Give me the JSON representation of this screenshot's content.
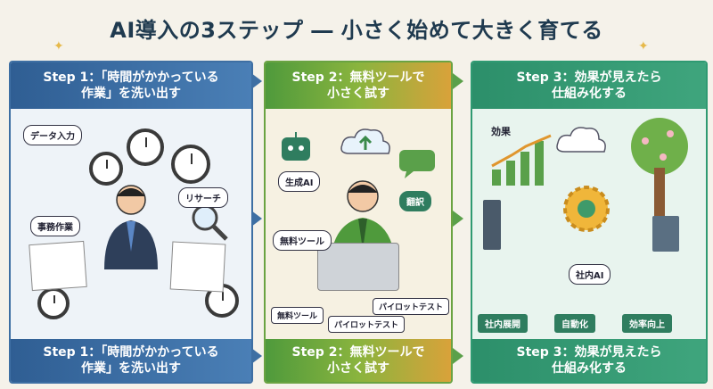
{
  "title": "AI導入の3ステップ ― 小さく始めて大きく育てる",
  "steps": [
    {
      "top_line1": "Step 1：「時間がかかっている",
      "top_line2": "作業」を洗い出す",
      "bottom_line1": "Step 1：「時間がかかっている",
      "bottom_line2": "作業」を洗い出す",
      "callouts": [
        "データ入力",
        "リサーチ",
        "事務作業"
      ]
    },
    {
      "top_line1": "Step 2：無料ツールで",
      "top_line2": "小さく試す",
      "bottom_line1": "Step 2：無料ツールで",
      "bottom_line2": "小さく試す",
      "callouts": [
        "生成AI",
        "無料ツール",
        "翻訳"
      ],
      "labels": [
        "無料ツール",
        "パイロットテスト",
        "パイロットテスト"
      ]
    },
    {
      "top_line1": "Step 3：効果が見えたら",
      "top_line2": "仕組み化する",
      "bottom_line1": "Step 3：効果が見えたら",
      "bottom_line2": "仕組み化する",
      "effect_label": "効果",
      "center_label": "社内AI",
      "chips": [
        "社内展開",
        "自動化",
        "効率向上"
      ]
    }
  ],
  "colors": {
    "step1": "#3e6fa3",
    "step2": "#6aa342",
    "step3": "#2f9a72"
  }
}
